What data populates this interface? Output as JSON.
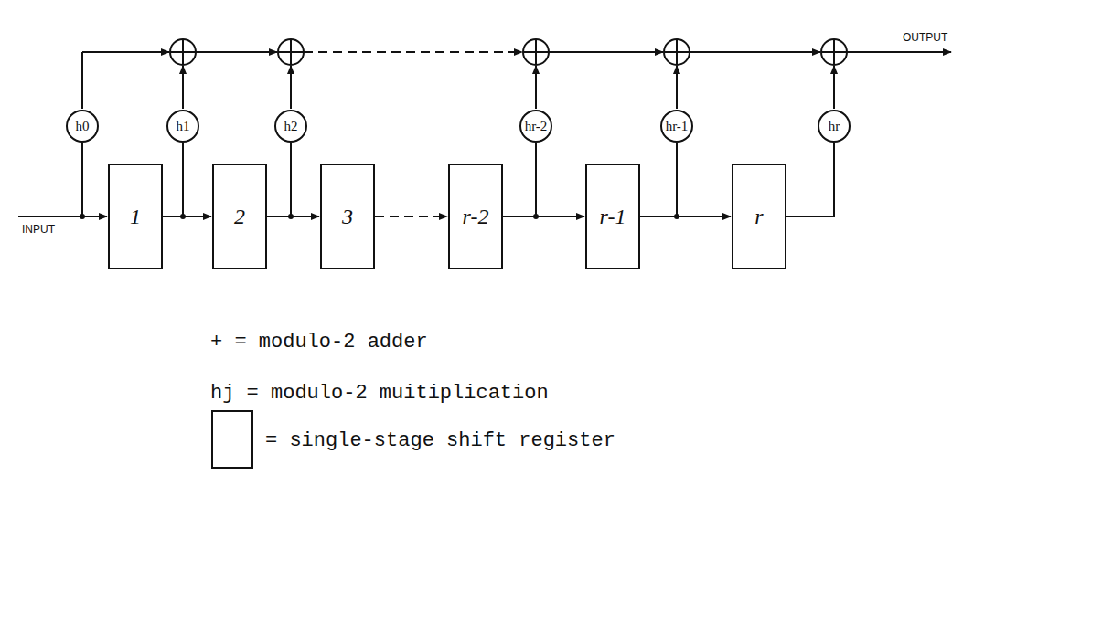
{
  "diagram": {
    "nodes": [
      {
        "text": [
          "h0"
        ]
      },
      {
        "text": [
          "h1"
        ]
      },
      {
        "text": [
          "h2"
        ]
      },
      {
        "text": [
          "hr-2"
        ]
      },
      {
        "text": [
          "hr-1"
        ]
      },
      {
        "text": [
          "hr"
        ]
      },
      {
        "text": [
          "1"
        ]
      },
      {
        "text": [
          "2"
        ]
      },
      {
        "text": [
          "3"
        ]
      },
      {
        "text": [
          "r-2"
        ]
      },
      {
        "text": [
          "r-1"
        ]
      },
      {
        "text": [
          "r"
        ]
      }
    ],
    "edges": [
      {
        "from": 6,
        "to": 7,
        "arrow": "to"
      },
      {
        "from": 7,
        "to": 8,
        "arrow": "to"
      },
      {
        "from": 8,
        "to": 9,
        "arrow": "to"
      },
      {
        "from": 9,
        "to": 10,
        "arrow": "to"
      },
      {
        "from": 10,
        "to": 11,
        "arrow": "to"
      },
      {
        "from": 6,
        "to": 1,
        "arrow": "none"
      },
      {
        "from": 7,
        "to": 2,
        "arrow": "none"
      },
      {
        "from": 9,
        "to": 3,
        "arrow": "none"
      },
      {
        "from": 10,
        "to": 4,
        "arrow": "none"
      },
      {
        "from": 11,
        "to": 5,
        "arrow": "none"
      }
    ],
    "labels": [
      "OUTPUT",
      "INPUT"
    ],
    "legend": [
      {
        "text": "+ = modulo-2 adder"
      },
      {
        "text": "hj = modulo-2 muitiplication"
      },
      {
        "text": "= single-stage shift register"
      }
    ]
  }
}
